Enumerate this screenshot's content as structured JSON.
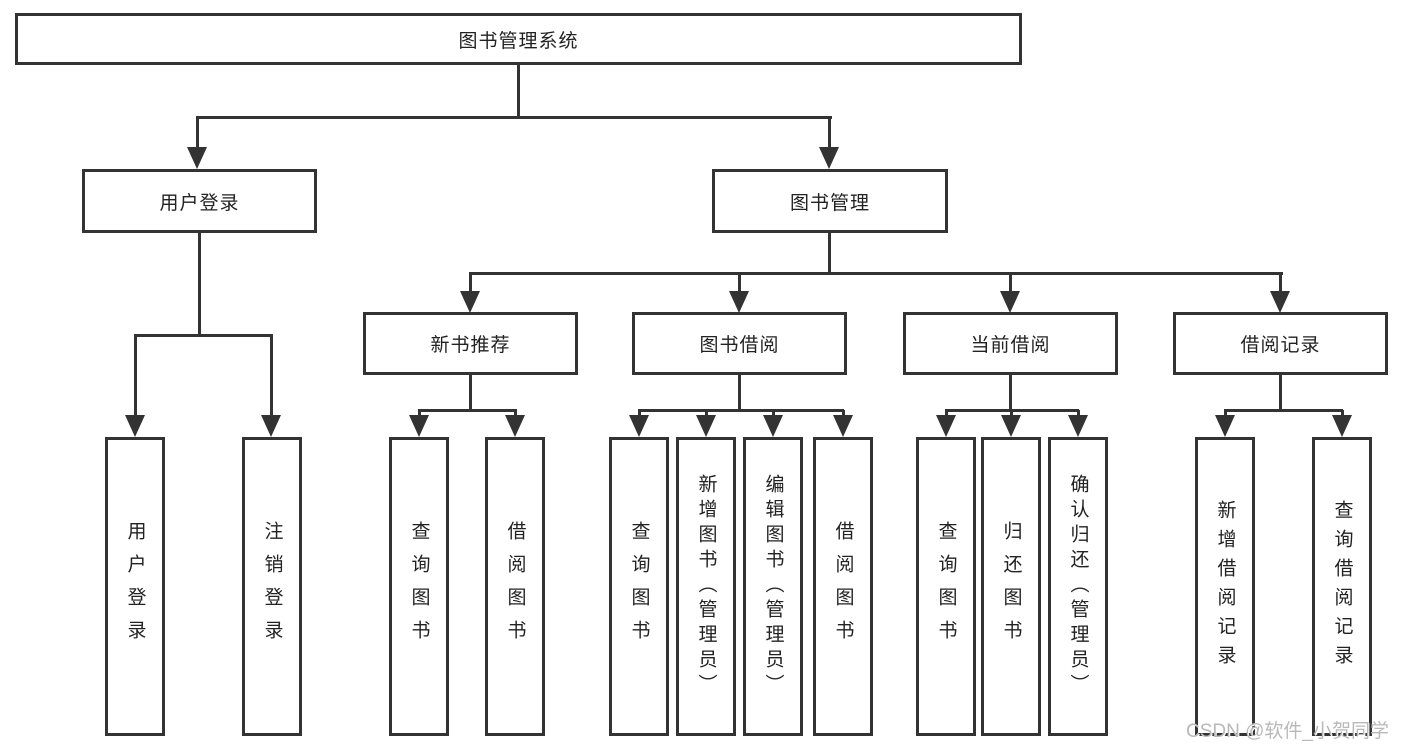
{
  "diagram": {
    "title": "图书管理系统",
    "level2": [
      "用户登录",
      "图书管理"
    ],
    "level3": [
      "新书推荐",
      "图书借阅",
      "当前借阅",
      "借阅记录"
    ],
    "leaves": {
      "user_login": [
        "用户登录",
        "注销登录"
      ],
      "new_books": [
        "查询图书",
        "借阅图书"
      ],
      "book_borrow": [
        "查询图书",
        "新增图书（管理员）",
        "编辑图书（管理员）",
        "借阅图书"
      ],
      "current_borrow": [
        "查询图书",
        "归还图书",
        "确认归还（管理员）"
      ],
      "borrow_records": [
        "新增借阅记录",
        "查询借阅记录"
      ]
    },
    "watermark": "CSDN @软件_小贺同学",
    "colors": {
      "line": "#333333",
      "text": "#222222",
      "watermark": "#b9b9b9",
      "background": "#ffffff"
    }
  }
}
